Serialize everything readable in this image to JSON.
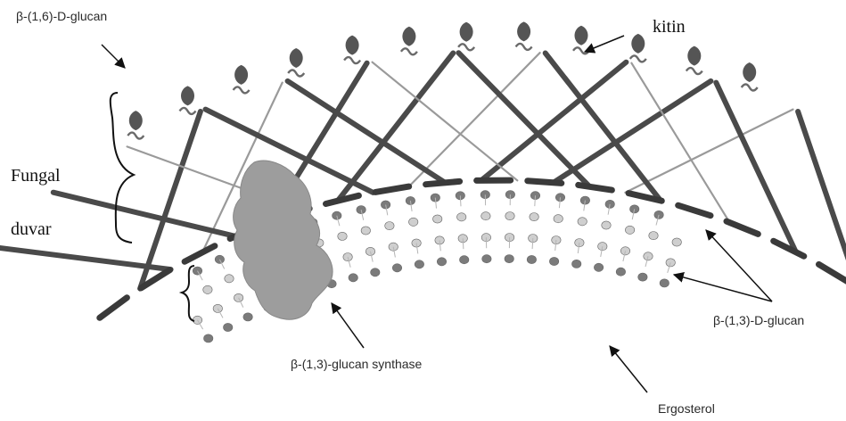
{
  "labels": {
    "beta16_glucan": "β-(1,6)-D-glucan",
    "kitin": "kitin",
    "fungal": "Fungal",
    "duvar": "duvar",
    "beta13_glucan": "β-(1,3)-D-glucan",
    "glucan_synthase": "β-(1,3)-glucan synthase",
    "ergosterol": "Ergosterol"
  },
  "colors": {
    "dark_fiber": "#4a4a4a",
    "light_fiber": "#9a9a9a",
    "protein": "#9d9d9d",
    "lipid_head": "#7b7b7b",
    "chitin": "#555555",
    "text": "#2a2a2a"
  },
  "icons": {
    "arrows": "arrow-icon",
    "brackets": "curly-brace-icon"
  }
}
